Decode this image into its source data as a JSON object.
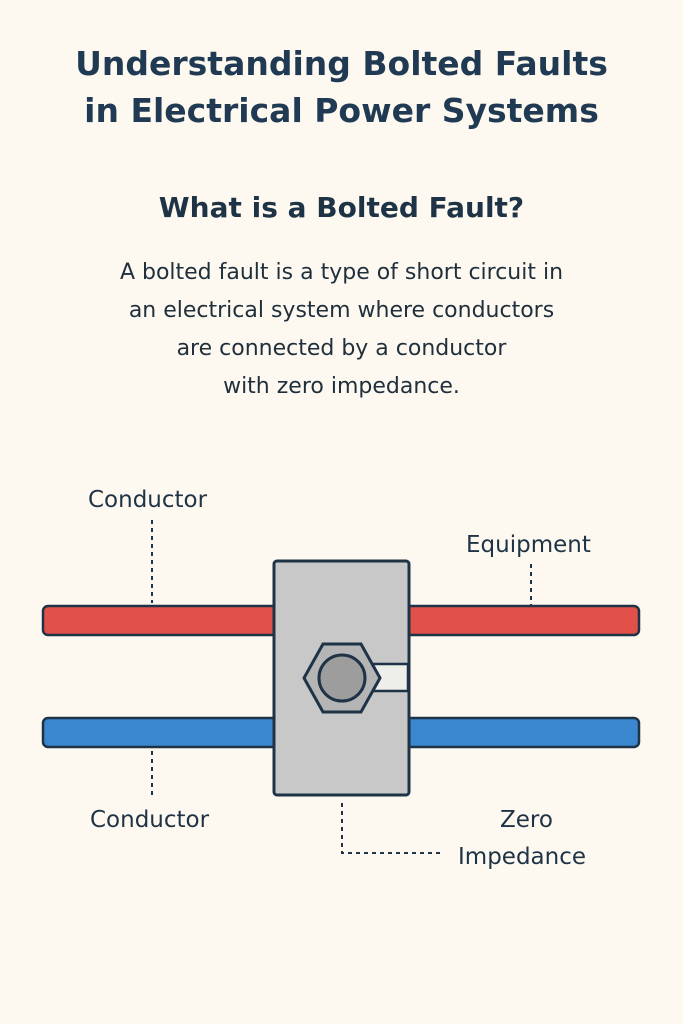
{
  "title": {
    "line1": "Understanding Bolted Faults",
    "line2": "in Electrical Power Systems"
  },
  "section_heading": "What is a Bolted Fault?",
  "description": {
    "line1": "A bolted fault is a type of short circuit in",
    "line2": "an electrical system where conductors",
    "line3": "are connected by a conductor",
    "line4": "with zero impedance."
  },
  "diagram": {
    "labels": {
      "conductor_top": "Conductor",
      "equipment": "Equipment",
      "conductor_bottom": "Conductor",
      "zero_impedance_line1": "Zero",
      "zero_impedance_line2": "Impedance"
    },
    "colors": {
      "background": "#fdf9f0",
      "red_conductor": "#e2504a",
      "blue_conductor": "#3a86cf",
      "fault_block": "#c8c8c8",
      "bolt": "#b5b5b5",
      "bolt_head": "#9d9d9d",
      "outline": "#1f3346"
    },
    "icons": [
      "bolt-icon"
    ]
  }
}
